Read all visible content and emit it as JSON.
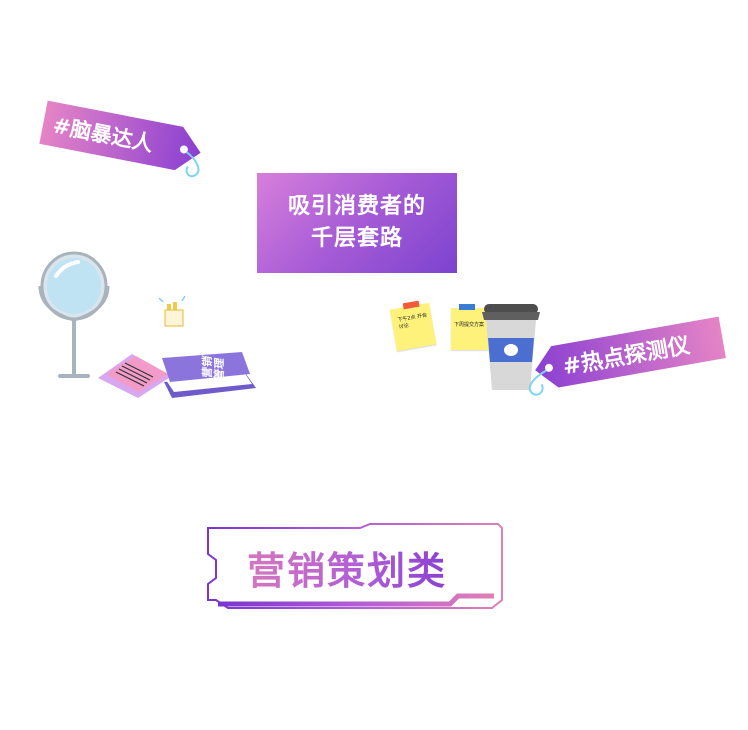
{
  "tags": {
    "brainstorm": "#脑暴达人",
    "hotspot": "#热点探测仪"
  },
  "center_box": {
    "line1": "吸引消费者的",
    "line2": "千层套路"
  },
  "book": {
    "line1": "营销",
    "line2": "管理"
  },
  "sticky_notes": {
    "left": "下午2点 开会讨论",
    "right": "下周提交方案"
  },
  "banner": {
    "label": "营销策划类"
  },
  "colors": {
    "gradient_pink": "#e07fb6",
    "gradient_purple": "#7a35d0",
    "tag_ring": "#7fd3ef"
  }
}
